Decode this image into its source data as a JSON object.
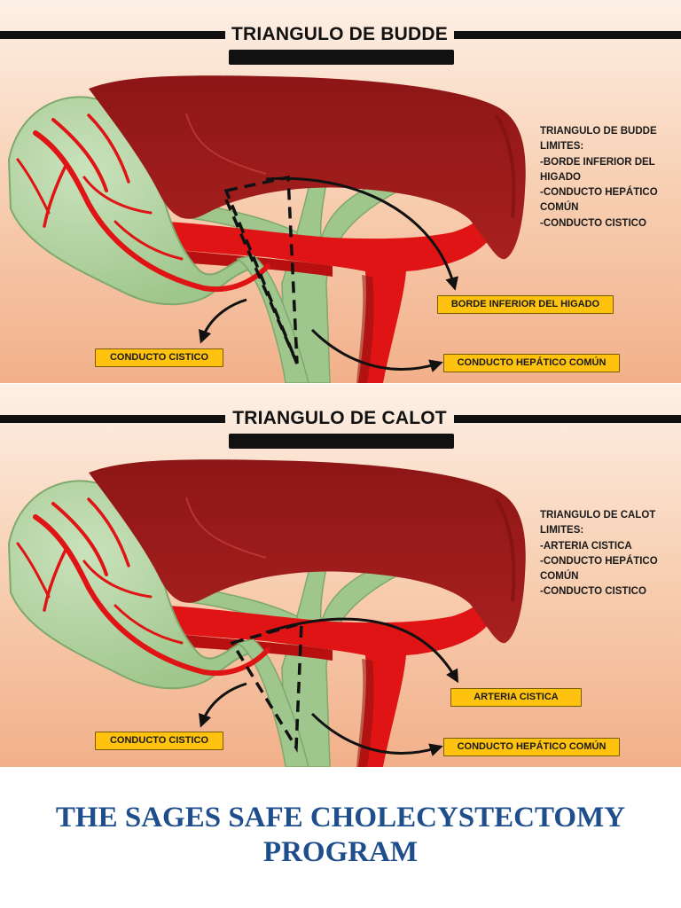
{
  "panels": [
    {
      "title": "TRIANGULO DE BUDDE",
      "info_lines": [
        "TRIANGULO DE BUDDE",
        "LIMITES:",
        "-BORDE INFERIOR DEL",
        "HIGADO",
        "-CONDUCTO HEPÁTICO",
        "COMÚN",
        "-CONDUCTO CISTICO"
      ],
      "labels": {
        "top_right": "BORDE INFERIOR DEL HIGADO",
        "left": "CONDUCTO CISTICO",
        "bottom_right": "CONDUCTO HEPÁTICO COMÚN"
      }
    },
    {
      "title": "TRIANGULO DE CALOT",
      "info_lines": [
        "TRIANGULO DE CALOT",
        "LIMITES:",
        "-ARTERIA CISTICA",
        "-CONDUCTO HEPÁTICO",
        "COMÚN",
        "-CONDUCTO CISTICO"
      ],
      "labels": {
        "top_right": "ARTERIA CISTICA",
        "left": "CONDUCTO CISTICO",
        "bottom_right": "CONDUCTO HEPÁTICO COMÚN"
      }
    }
  ],
  "colors": {
    "liver": "#9e1b1b",
    "artery": "#e01414",
    "bile_duct": "#9fc68c",
    "label_fill": "#ffc20e",
    "heading_blue": "#1f4e8c"
  },
  "footer": {
    "title_line1": "THE SAGES SAFE CHOLECYSTECTOMY",
    "title_line2": "PROGRAM"
  }
}
